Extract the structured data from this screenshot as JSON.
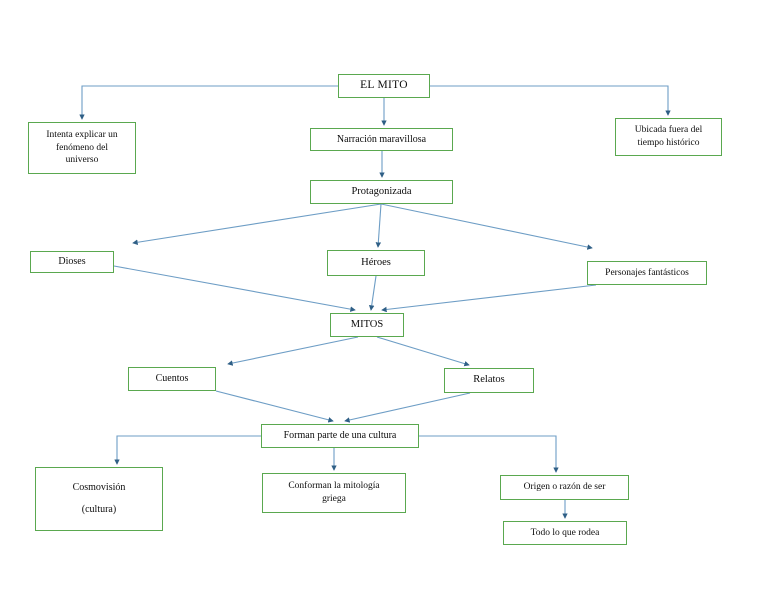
{
  "diagram": {
    "title": "EL MITO",
    "language": "es",
    "theme": {
      "node_border": "#5aa84f",
      "node_fill": "#ffffff",
      "edge_color": "#4a7fa5",
      "text_color": "#0d0d0d",
      "page_background": "#ffffff"
    },
    "nodes": [
      {
        "id": "elmito",
        "label": "EL MITO"
      },
      {
        "id": "intenta",
        "label": "Intenta explicar un fenómeno del universo",
        "lines": [
          "Intenta explicar un",
          "fenómeno del",
          "universo"
        ]
      },
      {
        "id": "narracion",
        "label": "Narración maravillosa"
      },
      {
        "id": "ubicada",
        "label": "Ubicada fuera del tiempo histórico",
        "lines": [
          "Ubicada fuera del",
          "tiempo histórico"
        ]
      },
      {
        "id": "protagonizada",
        "label": "Protagonizada"
      },
      {
        "id": "dioses",
        "label": "Dioses"
      },
      {
        "id": "heroes",
        "label": "Héroes"
      },
      {
        "id": "personajes",
        "label": "Personajes fantásticos"
      },
      {
        "id": "mitos",
        "label": "MITOS"
      },
      {
        "id": "cuentos",
        "label": "Cuentos"
      },
      {
        "id": "relatos",
        "label": "Relatos"
      },
      {
        "id": "forman",
        "label": "Forman parte de una cultura"
      },
      {
        "id": "cosmovision",
        "label": "Cosmovisión (cultura)",
        "lines": [
          "Cosmovisión",
          "(cultura)"
        ]
      },
      {
        "id": "conforman",
        "label": "Conforman la mitología griega",
        "lines": [
          "Conforman la mitología",
          "griega"
        ]
      },
      {
        "id": "origen",
        "label": "Origen o razón de ser"
      },
      {
        "id": "todo",
        "label": "Todo lo que rodea"
      }
    ],
    "edges": [
      {
        "from": "elmito",
        "to": "intenta",
        "style": "elbow"
      },
      {
        "from": "elmito",
        "to": "narracion",
        "style": "straight"
      },
      {
        "from": "elmito",
        "to": "ubicada",
        "style": "elbow"
      },
      {
        "from": "narracion",
        "to": "protagonizada",
        "style": "straight"
      },
      {
        "from": "protagonizada",
        "to": "dioses",
        "style": "diagonal"
      },
      {
        "from": "protagonizada",
        "to": "heroes",
        "style": "straight"
      },
      {
        "from": "protagonizada",
        "to": "personajes",
        "style": "diagonal"
      },
      {
        "from": "dioses",
        "to": "mitos",
        "style": "diagonal"
      },
      {
        "from": "heroes",
        "to": "mitos",
        "style": "straight"
      },
      {
        "from": "personajes",
        "to": "mitos",
        "style": "diagonal"
      },
      {
        "from": "mitos",
        "to": "cuentos",
        "style": "diagonal"
      },
      {
        "from": "mitos",
        "to": "relatos",
        "style": "diagonal"
      },
      {
        "from": "cuentos",
        "to": "forman",
        "style": "diagonal"
      },
      {
        "from": "relatos",
        "to": "forman",
        "style": "diagonal"
      },
      {
        "from": "forman",
        "to": "cosmovision",
        "style": "elbow"
      },
      {
        "from": "forman",
        "to": "conforman",
        "style": "straight"
      },
      {
        "from": "forman",
        "to": "origen",
        "style": "elbow"
      },
      {
        "from": "origen",
        "to": "todo",
        "style": "straight"
      }
    ]
  }
}
